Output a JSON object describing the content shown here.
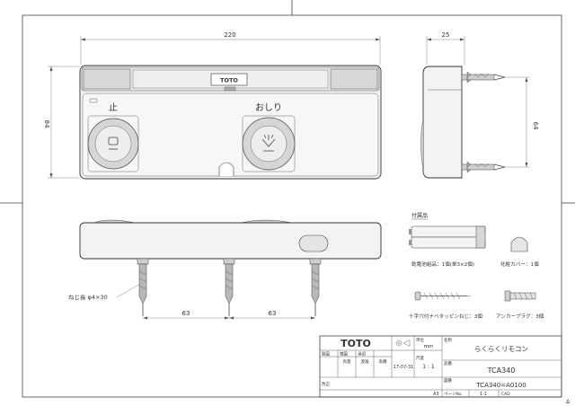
{
  "dimensions": {
    "width_220": "220",
    "depth_25": "25",
    "height_84": "84",
    "pitch_64": "64",
    "pitch_63_left": "63",
    "pitch_63_right": "63",
    "screw_callout": "ねじ長 φ4×30"
  },
  "front_view": {
    "brand_plate": "TOTO",
    "button_stop_label": "止",
    "button_wash_label": "おしり"
  },
  "accessories": {
    "heading": "付属品",
    "battery_caption": "乾電池組品：1個(単3×2個)",
    "cover_caption": "化粧カバー：1個",
    "screw_caption": "十字穴付ナベタッピンねじ：3個",
    "plug_caption": "アンカープラグ：3個"
  },
  "title_block": {
    "logo": "TOTO",
    "unit_label": "単位",
    "unit_value": "mm",
    "scale_label": "尺度",
    "scale_value": "1 : 1",
    "name_label": "名称",
    "product_name": "らくらくリモコン",
    "model_label": "品番",
    "model_number": "TCA340",
    "drawing_no_label": "図番",
    "drawing_number": "TCA340=A0100",
    "col_drawn": "製図",
    "col_checked": "検図",
    "col_approved": "承認",
    "person_1": "有賀",
    "person_2": "渡邉",
    "person_3": "高橋",
    "date": "17-07-31",
    "revision_label": "改正",
    "sheet_size": "A3",
    "page_label": "ページNo.",
    "page_value": "1-1",
    "cad_label": "CAD"
  },
  "corner_mark": "Δ"
}
